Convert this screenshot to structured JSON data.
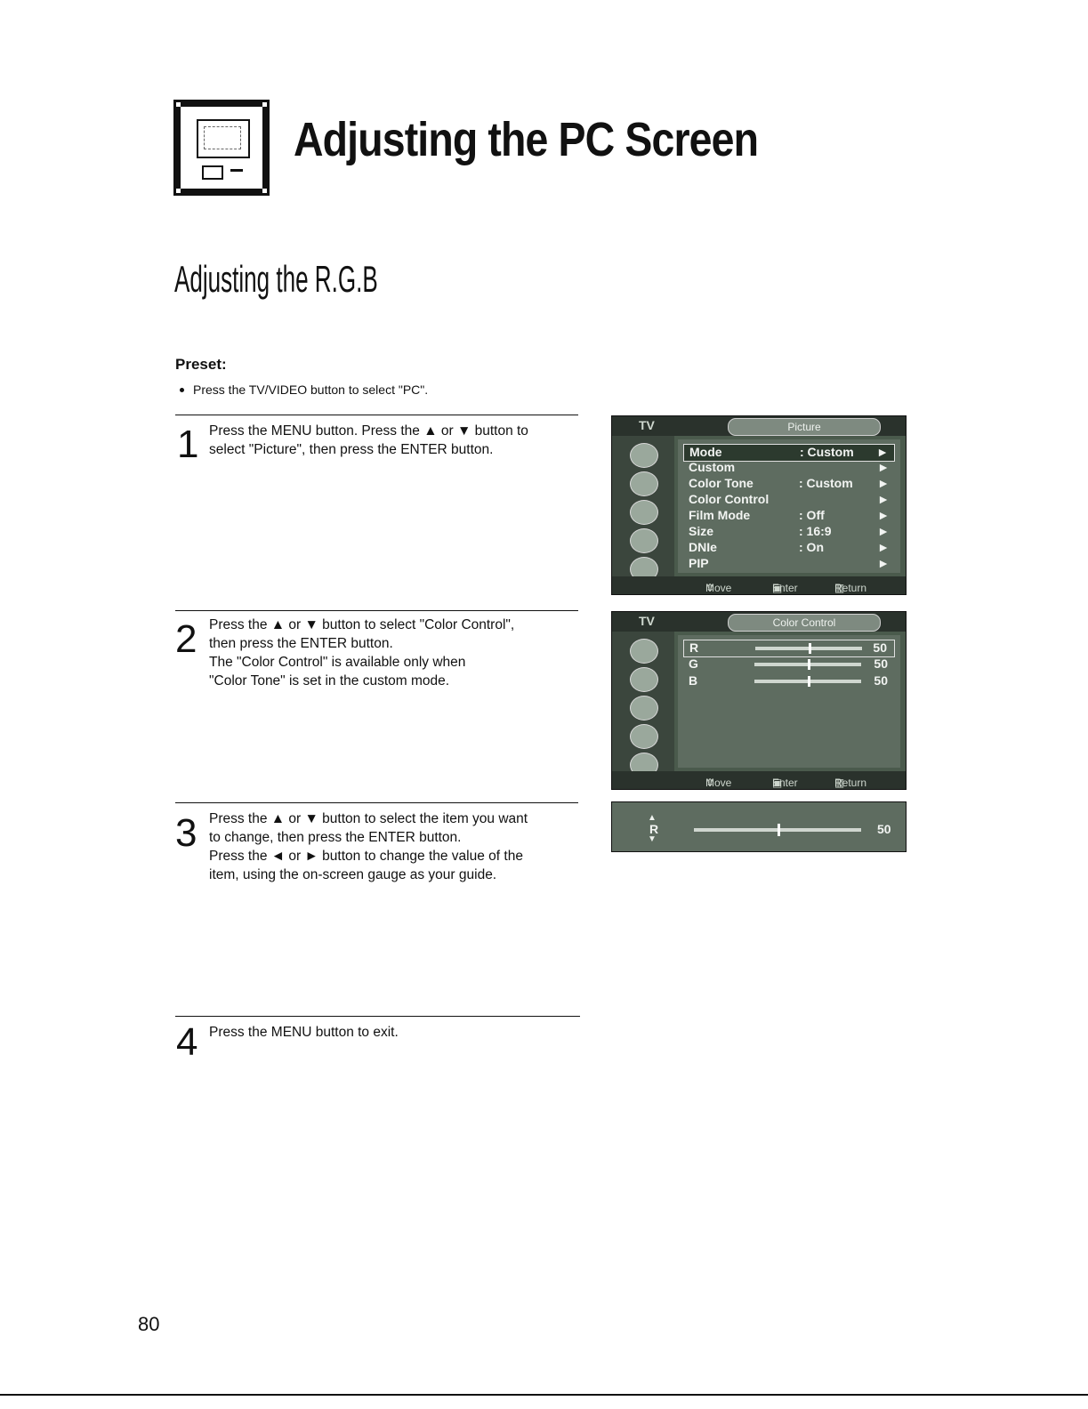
{
  "header": {
    "title": "Adjusting the PC Screen"
  },
  "section": {
    "title": "Adjusting the R.G.B"
  },
  "preset": {
    "label": "Preset:",
    "bullet": "Press the TV/VIDEO button to select \"PC\"."
  },
  "steps": [
    {
      "number": "1",
      "lines": [
        "Press the MENU button. Press the ▲ or ▼ button to",
        "select \"Picture\", then press the ENTER button."
      ]
    },
    {
      "number": "2",
      "lines": [
        "Press the ▲ or ▼ button to select \"Color Control\",",
        "then press the ENTER button.",
        "The \"Color Control\" is available only when",
        "\"Color Tone\" is set in the custom mode."
      ]
    },
    {
      "number": "3",
      "lines": [
        "Press the ▲ or ▼ button to select the item you want",
        "to change, then press the ENTER button.",
        "Press the ◄ or ► button to change the value of the",
        "item, using the on-screen gauge as your guide."
      ]
    },
    {
      "number": "4",
      "lines": [
        "Press the MENU button to exit."
      ]
    }
  ],
  "screen_picture": {
    "tv_label": "TV",
    "tab_label": "Picture",
    "rows": [
      {
        "label": "Mode",
        "value": ": Custom",
        "arrow": "►"
      },
      {
        "label": "Custom",
        "value": "",
        "arrow": "►"
      },
      {
        "label": "Color Tone",
        "value": ": Custom",
        "arrow": "►"
      },
      {
        "label": "Color Control",
        "value": "",
        "arrow": "►"
      },
      {
        "label": "Film Mode",
        "value": ": Off",
        "arrow": "►"
      },
      {
        "label": "Size",
        "value": ": 16:9",
        "arrow": "►"
      },
      {
        "label": "DNIe",
        "value": ": On",
        "arrow": "►"
      },
      {
        "label": "PIP",
        "value": "",
        "arrow": "►"
      }
    ],
    "footer": {
      "move": "Move",
      "enter": "Enter",
      "return": "Return"
    }
  },
  "screen_color": {
    "tv_label": "TV",
    "tab_label": "Color Control",
    "rows": [
      {
        "label": "R",
        "value": "50",
        "level": 0.5
      },
      {
        "label": "G",
        "value": "50",
        "level": 0.5
      },
      {
        "label": "B",
        "value": "50",
        "level": 0.5
      }
    ],
    "footer": {
      "move": "Move",
      "enter": "Enter",
      "return": "Return"
    }
  },
  "screen_gauge": {
    "label": "R",
    "value": "50",
    "level": 0.5
  },
  "page_number": "80"
}
